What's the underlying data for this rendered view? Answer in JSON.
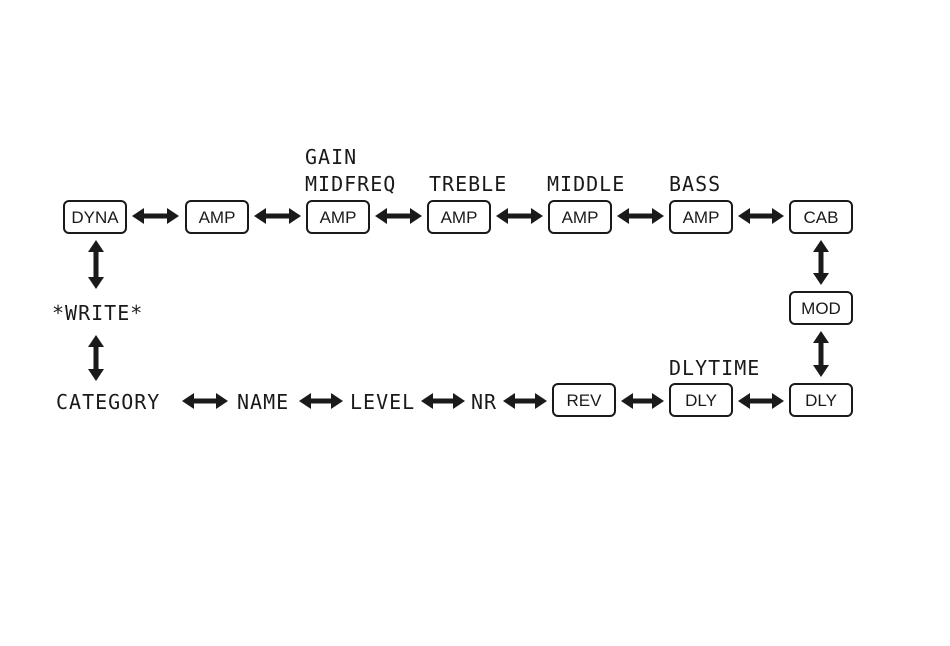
{
  "modules": [
    {
      "id": "dyna",
      "label": "DYNA"
    },
    {
      "id": "amp1",
      "label": "AMP"
    },
    {
      "id": "amp2",
      "label": "AMP"
    },
    {
      "id": "amp3",
      "label": "AMP"
    },
    {
      "id": "amp4",
      "label": "AMP"
    },
    {
      "id": "amp5",
      "label": "AMP"
    },
    {
      "id": "cab",
      "label": "CAB"
    },
    {
      "id": "mod",
      "label": "MOD"
    },
    {
      "id": "dly2",
      "label": "DLY"
    },
    {
      "id": "dly1",
      "label": "DLY"
    },
    {
      "id": "rev",
      "label": "REV"
    }
  ],
  "parameters": {
    "gain": "GAIN",
    "midfreq": "MIDFREQ",
    "treble": "TREBLE",
    "middle": "MIDDLE",
    "bass": "BASS",
    "dlytime": "DLYTIME"
  },
  "lcd_items": {
    "write": "*WRITE*",
    "category": "CATEGORY",
    "name": "NAME",
    "level": "LEVEL",
    "nr": "NR"
  },
  "colors": {
    "ink": "#1a1a1a",
    "background": "#ffffff"
  }
}
